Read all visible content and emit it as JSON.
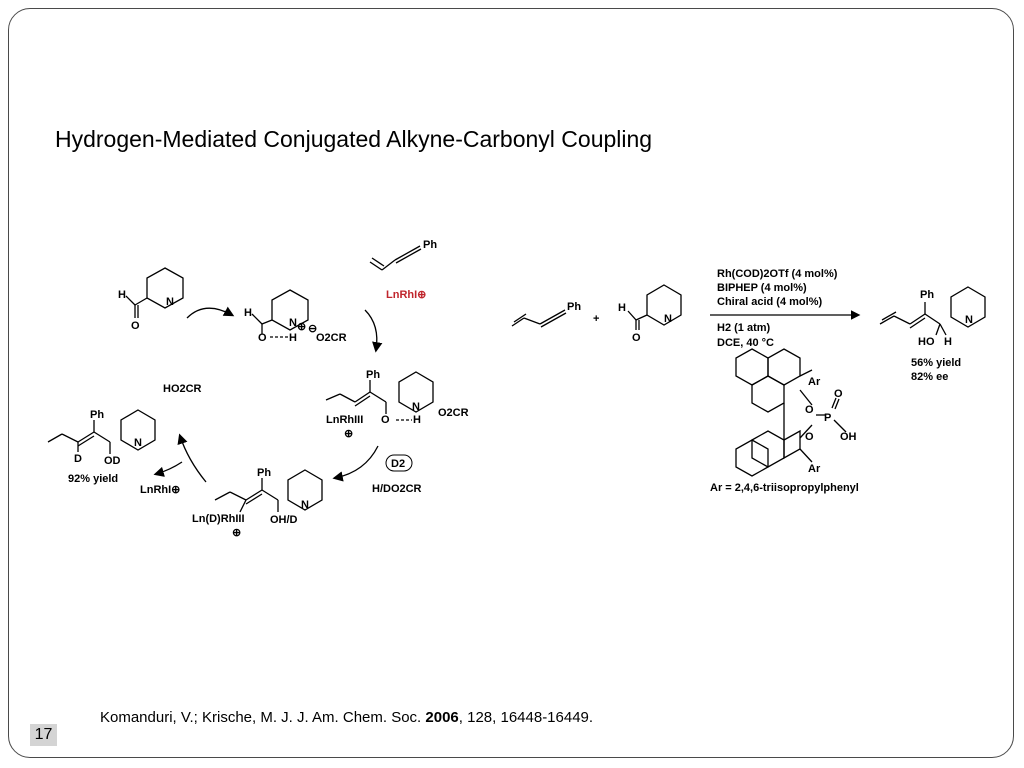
{
  "slide": {
    "title": "Hydrogen-Mediated Conjugated Alkyne-Carbonyl Coupling",
    "number": "17",
    "citation": {
      "authors": "Komanduri, V.; Krische, M. J. J. Am. Chem. Soc. ",
      "year": "2006",
      "rest": ", 128, 16448-16449."
    }
  },
  "cycle": {
    "aldehyde_H": "H",
    "aldehyde_O": "O",
    "N": "N",
    "complex1": {
      "H": "H",
      "O": "O",
      "H2": "H",
      "plus": "⊕",
      "minus": "⊖",
      "acid": "O2CR"
    },
    "enyne_Ph": "Ph",
    "catalyst": "LnRhI⊕",
    "metallacycle": {
      "Ph": "Ph",
      "Rh": "LnRhIII",
      "plus": "⊕",
      "O": "O",
      "H": "H",
      "acid": "O2CR"
    },
    "d2": "D2",
    "hdo2cr": "H/DO2CR",
    "rh_hydride": {
      "Ph": "Ph",
      "Rh": "Ln(D)RhIII",
      "plus": "⊕",
      "OH": "OH/D"
    },
    "product": {
      "Ph": "Ph",
      "D": "D",
      "OD": "OD",
      "yield": "92% yield"
    },
    "release_cat": "LnRhI⊕",
    "ho2cr": "HO2CR"
  },
  "reaction": {
    "plus": "+",
    "ph": "Ph",
    "H": "H",
    "O": "O",
    "N": "N",
    "conditions": [
      "Rh(COD)2OTf (4 mol%)",
      "BIPHEP (4 mol%)",
      "Chiral acid (4 mol%)",
      "H2 (1 atm)",
      "DCE, 40 °C"
    ],
    "product": {
      "Ph": "Ph",
      "HO": "HO",
      "H": "H",
      "N": "N",
      "yield": "56% yield",
      "ee": "82% ee"
    },
    "acid": {
      "Ar1": "Ar",
      "Ar2": "Ar",
      "O1": "O",
      "O2": "O",
      "O3": "O",
      "P": "P",
      "OH": "OH",
      "ar_def": "Ar = 2,4,6-triisopropylphenyl"
    }
  }
}
